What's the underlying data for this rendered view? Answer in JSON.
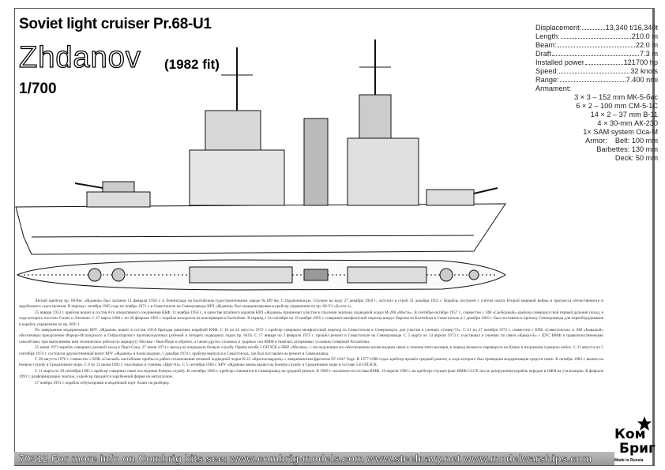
{
  "header": {
    "title": "Soviet light cruiser Pr.68-U1",
    "ship_name": "Zhdanov",
    "fit": "(1982 fit)",
    "scale": "1/700"
  },
  "specs": [
    {
      "k": "Displacement:",
      "v": "13,340 t/16,340t"
    },
    {
      "k": "Length:",
      "v": "210.0 m"
    },
    {
      "k": "Beam:",
      "v": "22.0 m"
    },
    {
      "k": "Draft",
      "v": "7.3 m"
    },
    {
      "k": "Installed power",
      "v": "121700 hp"
    },
    {
      "k": "Speed:",
      "v": "32 knots"
    },
    {
      "k": "Range:",
      "v": "7.400 nmi"
    }
  ],
  "armament_label": "Armament:",
  "armament": [
    "3 × 3 – 152 mm  МК-5-бис",
    "6 × 2 – 100 mm СМ-5-1С",
    "14 × 2 – 37 mm В-11",
    "4 × 30-mm АК-230",
    "1× SAM system Оса-М"
  ],
  "armor": [
    "Armor:    Belt: 100 mm",
    "Barbettes: 130  mm",
    "Deck: 50 mm"
  ],
  "history": [
    "Лёгкий крейсер пр. 68-бис «Жданов» был заложен 11 февраля 1950 г. в Ленинграде на Балтийском судостроительном заводе №189 им. С.Орджоникидзе. Спущен на воду 27 декабря 1950 г., вступил в строй 31 декабря 1952 г. Корабль построен с учётом опыта Второй мировой войны и прогресса отечественного и зарубежного судостроения. В период с октября 1965 года по ноябрь 1971 г. в Севастополе на Севморзаводе КРЛ «Жданов» был модернизирован в крейсер управления по пр. 68-У1 «Бухта-1».",
    "25 января 1953 г. крейсер вошёл в состав 8-го оперативного соединения КБФ. 11 ноября 1956 г., в качестве штабного корабля КРЛ «Жданов» принимает участие в спасении экипажа подводной лодки М-200 «Месть». В сентябре-октябре 1957 г., совместно с ЭМ «Свободный» крейсер совершил свой первый дальний поход, в ходе которого посетил Сплит и Латакию. С 27 марта 1960 г. по 28 февраля 1965 г. корабль находился на консервации в Балтийске. В период с 24 сентября по 19 ноября 1965 г. совершил межфлотский переход вокруг Европы из Балтийска в Севастополь и 1 декабря 1965 г. был поставлен к причалу Севморзавода для переоборудования в корабль управления по пр. 68У-1.",
    "По завершении модернизации КРУ «Жданов» вошёл в состав 150-й бригады ракетных кораблей КЧФ. С 10 по 24 августа 1972 г. крейсер совершил межфлотский переход из Севастополя в Североморск для участия в учениях «Север-72». С 21 по 27 октября 1972 г. совместно с БПК «Севастополь» и ЭМ «Бывалый» обеспечивал преодоление Фареро-Исландского и Гибралтарского противолодочных рубежей и четырёх подводных лодок пр. 641Б. С 17 января по 3 февраля 1973 г. прошёл ремонт в Севастополе на Севморзаводе. С 5 марта по 14 апреля 1973 г. участвовал в учениях по связи «Кавказ-Б» с ЦУС ВМФ и правительственными самолётами, при выполнении ими технических рейсов по маршруту Москва - Нью-Йорк и обратно, а также других сложных и ударных сил ВМФ в тяжёлых штормовых условиях Северной Атлантики.",
    "25 июня 1973 корабль совершил деловой заход в Порт-Саид. 27 июня 1974 г. выход на очередную боевую службу. Приём штаба 5 ОПЭСК и ПКР «Москва», с последующим его обеспечением всеми видами связи и течение пяти месяцев, в период военного переворота на Кипре и вторжения турецких войск. С 31 августа по 5 сентября 1974 г. состоялся дружественный визит КРУ «Жданов» в Александрию. 1 декабря 1974 г. крейсер вернулся в Севастополь, где был поставлен на ремонт в Севморзавод.",
    "С 28 августа 1976 г. совместно с БПК «Смелый» настойчиво прибыл в район столкновения атомной подводной лодки К-22 «Красногвардеец» с американским фрегатом FF-1047 Voge. В 1977-1980 годах крейсер прошёл средний ремонт, в ходе которого был проведена модернизация средств связи. В октябре 1982 г. вышел на боевую службу в Средиземное море. С 8 по 12 июня 1983 г. участвовал в учениях «Щит-83». С 5 сентября 1984 г. КРУ «Жданов» вновь вышел на боевую службу в Средиземное море в составе 5-й ОПЭСК.",
    "С 11 марта по 30 сентября 1985 г. крейсер совершил свою последнюю боевую службу. В сентябре 1986 г. крейсер становится в Севморзавод на средний ремонт. В 1989 г. исключен из состава ВМФ. 19 апреля 1990 г. на крейсере спущен флаг ВМФ СССР, после разоружения корабль передан в ОФИ на утилизацию. В феврале 1991 г. разформировано экипаж, а крейсер продаётся зарубежной фирме на металлолом.",
    "27 ноября 1991 г. корабль отбуксирован в индийский порт Аланг на разборку."
  ],
  "footer": {
    "text": "70312  For more info on Combrig kits see: www.combrig-models.com www.steelnavy.net  www.modelwarships.com"
  },
  "logo": {
    "line1": "Ком",
    "line2": "Бриг",
    "made_in": "Made in Russia"
  }
}
